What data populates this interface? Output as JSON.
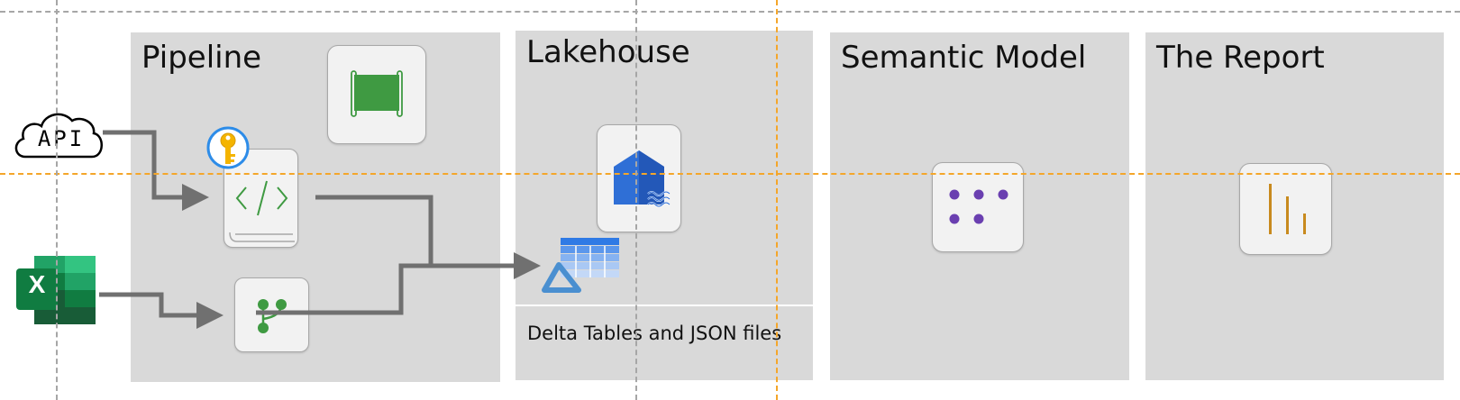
{
  "panels": {
    "pipeline": {
      "title": "Pipeline"
    },
    "lakehouse": {
      "title": "Lakehouse",
      "caption": "Delta Tables and JSON files"
    },
    "semantic_model": {
      "title": "Semantic Model"
    },
    "report": {
      "title": "The Report"
    }
  },
  "sources": {
    "api": {
      "label": "API"
    },
    "excel": {
      "label": "X"
    }
  },
  "icons": {
    "pipeline_tile": "pipeline-icon",
    "notebook": "notebook-icon",
    "key": "key-vault-icon",
    "dataflow": "dataflow-icon",
    "lakehouse": "lakehouse-icon",
    "delta_table": "delta-table-icon",
    "semantic_model": "semantic-model-icon",
    "report": "report-icon"
  },
  "colors": {
    "panel": "#d9d9d9",
    "arrow": "#707070",
    "guide_gray": "#a6a6a6",
    "guide_orange": "#f4a62a",
    "fabric_green": "#3f9a42",
    "lakehouse_blue": "#2f6fd6",
    "semantic_purple": "#6a3fb0",
    "report_amber": "#c88a1e",
    "excel_green": "#1e7145"
  }
}
